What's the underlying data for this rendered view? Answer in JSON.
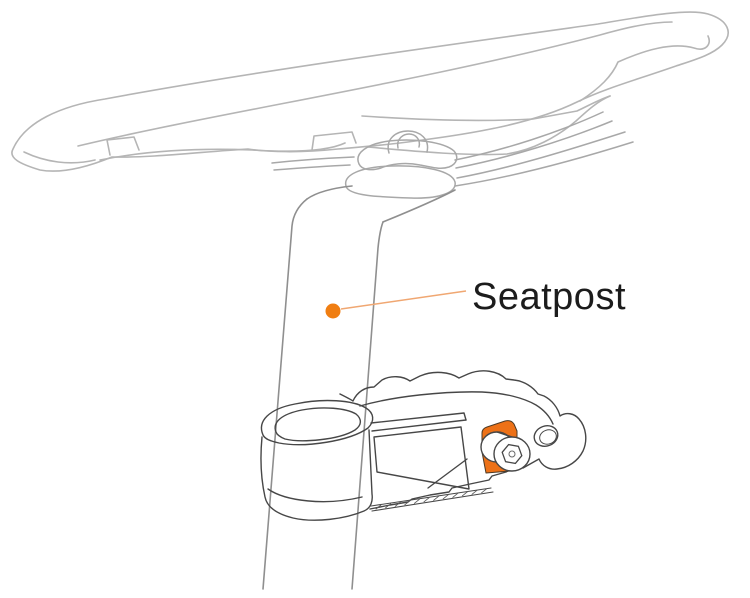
{
  "diagram": {
    "background_color": "#ffffff",
    "callout": {
      "label": "Seatpost",
      "text_color": "#1c1c1c",
      "dot_color": "#f07e12",
      "leader_color": "#f0a772"
    },
    "colors": {
      "saddle_outline": "#b5b5b5",
      "rail_outline": "#a8a8a8",
      "post_outline": "#8f8f8f",
      "clamp_outline": "#474747",
      "highlight_orange": "#ed7117"
    },
    "parts": [
      "saddle",
      "seatpost",
      "seatpost-head-clamp",
      "seatpost-clamp",
      "clamp-bolt",
      "clamp-washer"
    ]
  }
}
